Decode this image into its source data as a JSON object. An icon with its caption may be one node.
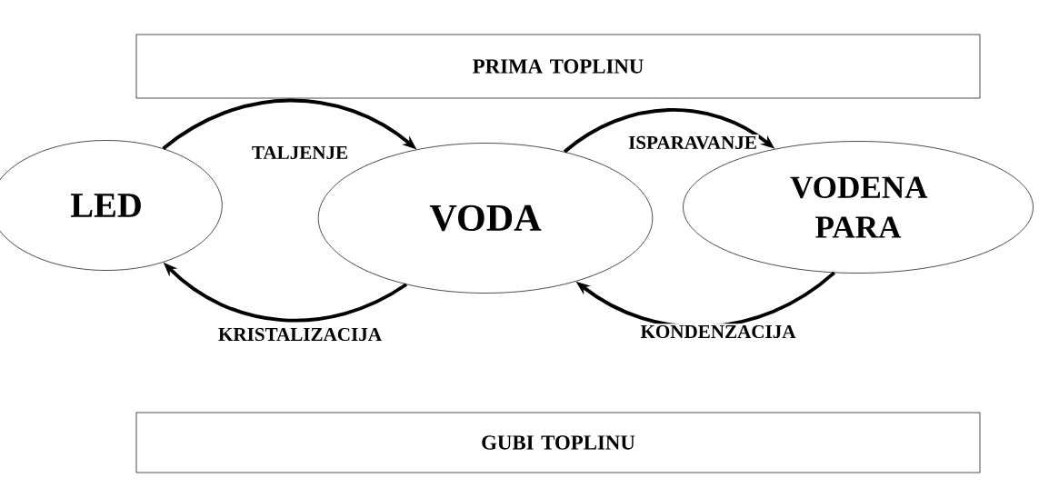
{
  "diagram": {
    "nodes": [
      {
        "text": [
          "PRIMA TOPLINU"
        ]
      },
      {
        "text": [
          "LED"
        ]
      },
      {
        "text": [
          "VODA"
        ]
      },
      {
        "text": [
          "VODENA PARA"
        ]
      },
      {
        "text": [
          "GUBI TOPLINU"
        ]
      }
    ],
    "edges": [
      {
        "from": 1,
        "to": 2,
        "arrow": "to",
        "label": "TALJENJE"
      },
      {
        "from": 2,
        "to": 3,
        "arrow": "to",
        "label": "ISPARAVANJE"
      },
      {
        "from": 2,
        "to": 1,
        "arrow": "to",
        "label": "KRISTALIZACIJA"
      },
      {
        "from": 3,
        "to": 2,
        "arrow": "to",
        "label": "KONDENZACIJA"
      }
    ]
  }
}
